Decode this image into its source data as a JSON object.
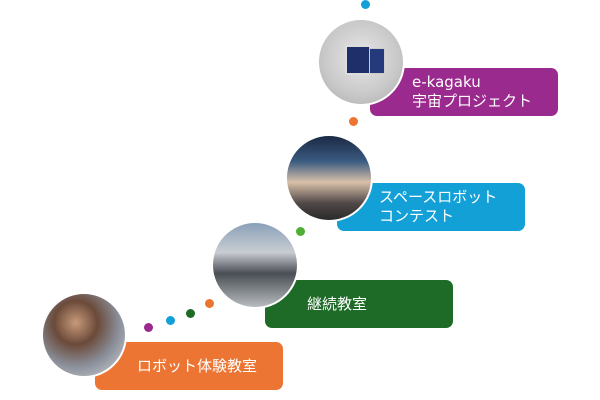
{
  "steps": [
    {
      "label_lines": [
        "ロボット体験教室"
      ],
      "color": "#EC7533",
      "photo": "children-building-robot-photo"
    },
    {
      "label_lines": [
        "継続教室"
      ],
      "color": "#1D6B27",
      "photo": "classroom-photo"
    },
    {
      "label_lines": [
        "スペースロボット",
        "コンテスト"
      ],
      "color": "#12A0D7",
      "photo": "contest-stage-photo"
    },
    {
      "label_lines": [
        "e-kagaku",
        "宇宙プロジェクト"
      ],
      "color": "#9B2A8F",
      "photo": "cubesat-photo"
    }
  ],
  "dot_colors": {
    "purple": "#9B2A8F",
    "blue": "#12A0D7",
    "green": "#1D6B27",
    "orange": "#EC7533",
    "lightgreen": "#4FAE35"
  }
}
